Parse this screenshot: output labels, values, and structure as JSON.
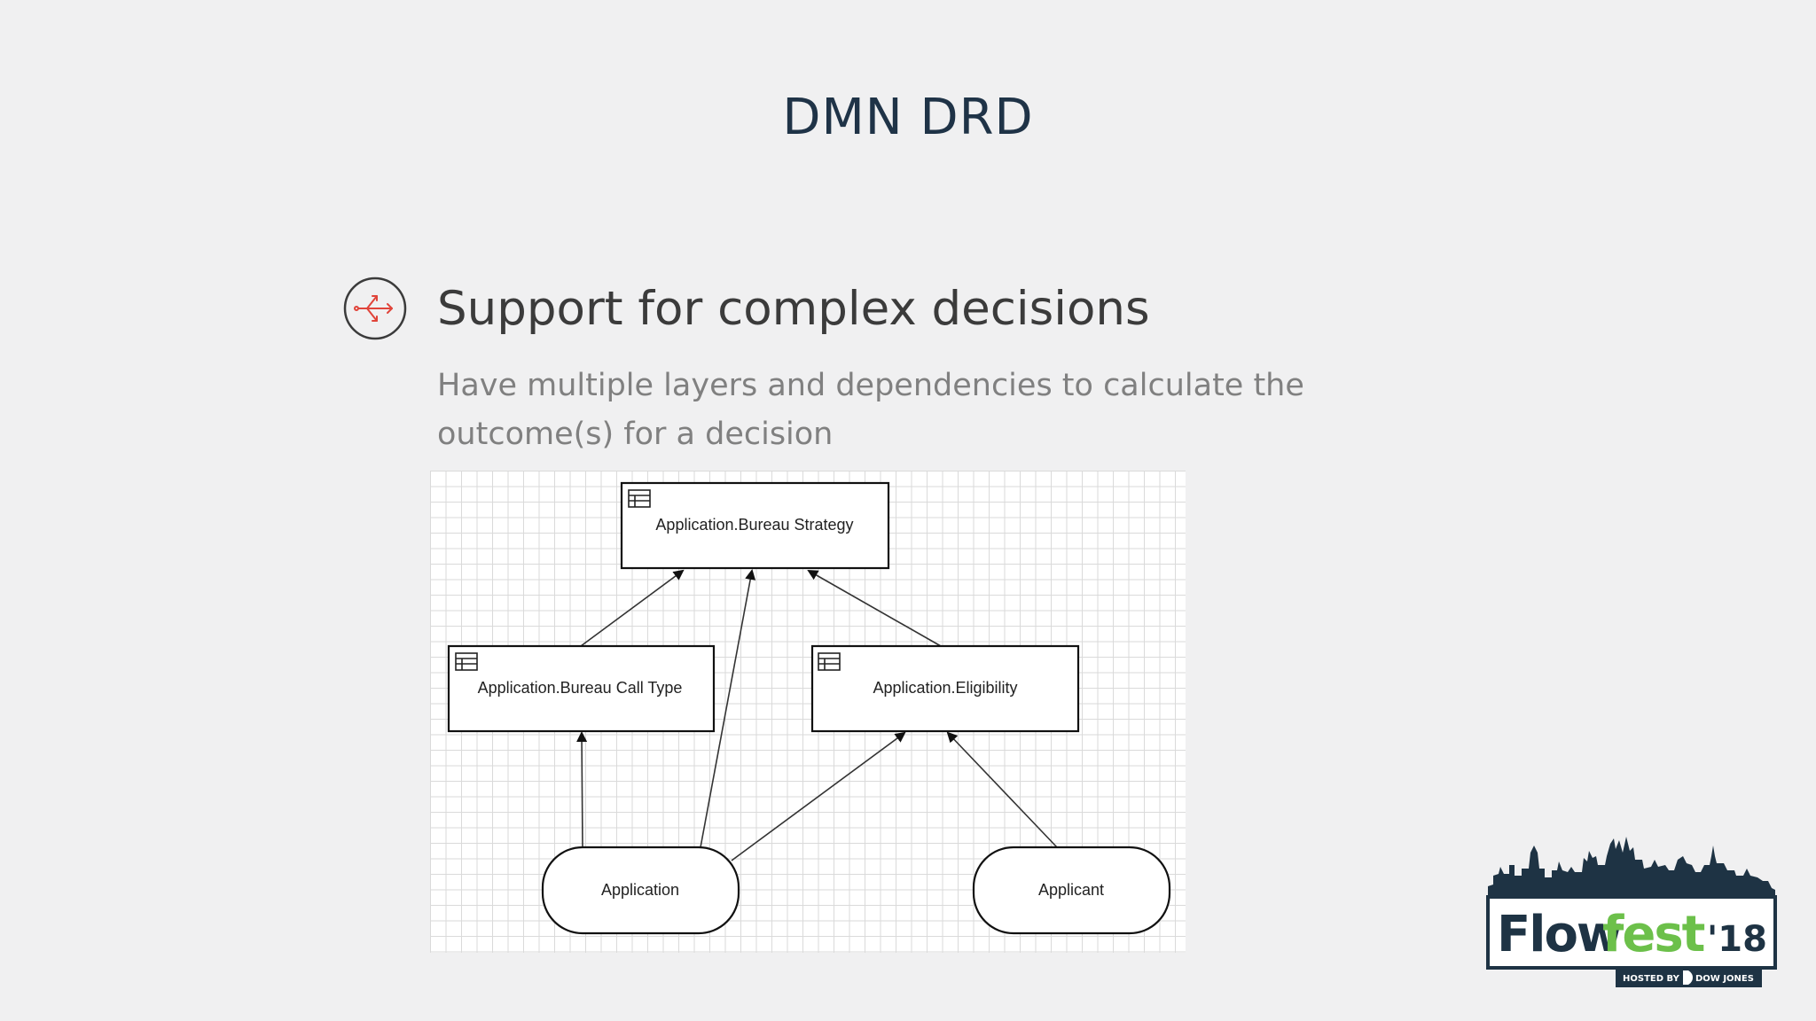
{
  "slide": {
    "title": "DMN DRD",
    "heading": "Support for complex decisions",
    "subtext": "Have multiple layers and dependencies to calculate the outcome(s) for a decision"
  },
  "bullet": {
    "icon": "split-arrow-icon",
    "accent": "#e0443a"
  },
  "diagram": {
    "decisions": [
      {
        "id": "strategy",
        "label": "Application.Bureau Strategy",
        "icon": "decision-table-icon"
      },
      {
        "id": "calltype",
        "label": "Application.Bureau Call Type",
        "icon": "decision-table-icon"
      },
      {
        "id": "eligibility",
        "label": "Application.Eligibility",
        "icon": "decision-table-icon"
      }
    ],
    "inputs": [
      {
        "id": "application",
        "label": "Application"
      },
      {
        "id": "applicant",
        "label": "Applicant"
      }
    ],
    "requirements": [
      {
        "from": "calltype",
        "to": "strategy"
      },
      {
        "from": "application",
        "to": "strategy"
      },
      {
        "from": "eligibility",
        "to": "strategy"
      },
      {
        "from": "application",
        "to": "calltype"
      },
      {
        "from": "application",
        "to": "eligibility"
      },
      {
        "from": "applicant",
        "to": "eligibility"
      }
    ]
  },
  "logo": {
    "word_part1": "Flow",
    "word_part2": "fest",
    "year": "'18",
    "hosted_by": "HOSTED BY",
    "sponsor": "DOW JONES",
    "colors": {
      "dark": "#1e3344",
      "green": "#6cc04a"
    }
  }
}
